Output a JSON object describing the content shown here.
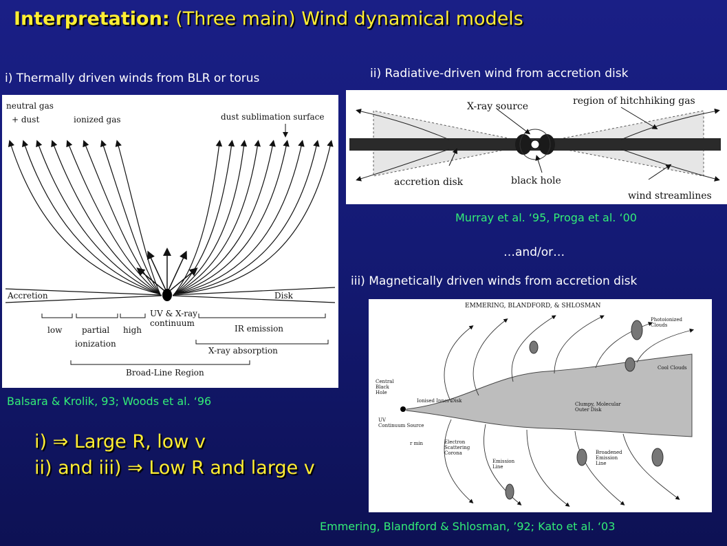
{
  "title": {
    "bold": "Interpretation:",
    "rest": "(Three main) Wind dynamical models"
  },
  "captions": {
    "i": "i) Thermally driven winds from BLR or torus",
    "ii": "ii) Radiative-driven wind from accretion disk",
    "iii": "iii) Magnetically driven winds from accretion disk",
    "andor": "…and/or…"
  },
  "refs": {
    "i": "Balsara & Krolik, 93; Woods et al. ‘96",
    "ii": "Murray et al. ‘95, Proga et al. ‘00",
    "iii": "Emmering, Blandford & Shlosman, ’92; Kato et al. ‘03"
  },
  "summary": {
    "line1": "i) ⇒ Large R, low v",
    "line2": "ii) and iii) ⇒ Low R and large v"
  },
  "fig1": {
    "neutral": "neutral gas",
    "dust": "+ dust",
    "ionized": "ionized gas",
    "sublimation": "dust sublimation surface",
    "accretion": "Accretion",
    "disk": "Disk",
    "uv1": "UV & X-ray",
    "uv2": "continuum",
    "low": "low",
    "partial": "partial",
    "high": "high",
    "ionization": "ionization",
    "ir": "IR emission",
    "xray": "X-ray absorption",
    "blr": "Broad-Line Region"
  },
  "fig2": {
    "xray": "X-ray source",
    "hitch": "region of hitchhiking gas",
    "accr": "accretion disk",
    "bh": "black hole",
    "stream": "wind streamlines"
  },
  "fig3": {
    "header": "EMMERING, BLANDFORD, & SHLOSMAN",
    "photo1": "Photoionized",
    "photo2": "Clouds",
    "cool": "Cool Clouds",
    "central1": "Central",
    "central2": "Black",
    "central3": "Hole",
    "ionised": "Ionised Inner Disk",
    "clumpy1": "Clumpy, Molecular",
    "clumpy2": "Outer Disk",
    "uv1": "UV",
    "uv2": "Continuum Source",
    "rmin": "r min",
    "elec1": "Electron",
    "elec2": "Scattering",
    "elec3": "Corona",
    "emis1": "Emission",
    "emis2": "Line",
    "broad1": "Broadened",
    "broad2": "Emission",
    "broad3": "Line"
  }
}
